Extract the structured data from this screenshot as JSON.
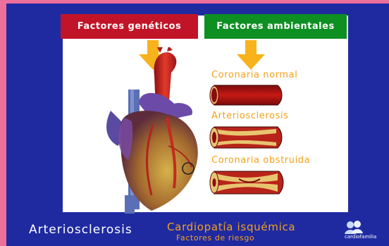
{
  "tabs": {
    "geneticos": "Factores genéticos",
    "ambientales": "Factores ambientales"
  },
  "vessels": [
    {
      "label": "Coronaria normal"
    },
    {
      "label": "Arteriosclerosis"
    },
    {
      "label": "Coronaria obstruida"
    }
  ],
  "footer": {
    "left": "Arteriosclerosis",
    "title": "Cardiopatía isquémica",
    "subtitle": "Factores de riesgo",
    "logo_text": "cardiofamilia"
  },
  "colors": {
    "genetic_tab": "#c21428",
    "ambient_tab": "#0e8f22",
    "accent": "#f4a01a",
    "background": "#1f2aa1",
    "outer": "#ec6f9c"
  }
}
